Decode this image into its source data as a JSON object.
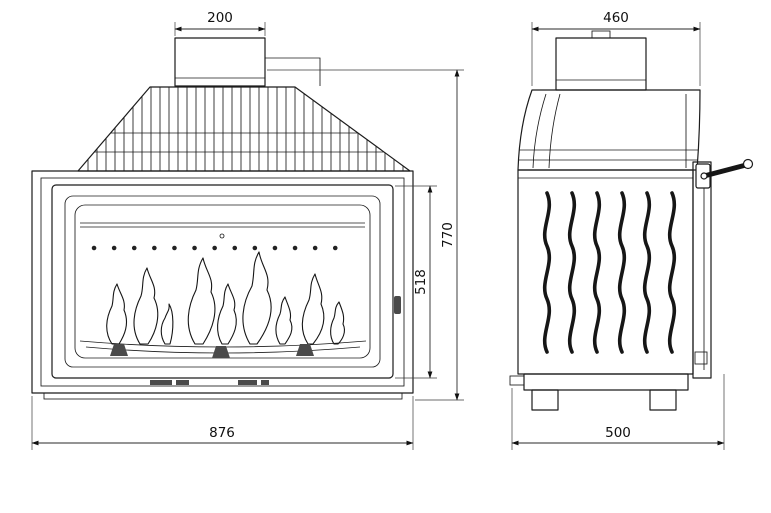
{
  "dimensions": {
    "flue_width": "200",
    "front_overall_width": "876",
    "front_overall_height": "770",
    "door_height": "518",
    "side_top_width": "460",
    "side_overall_depth": "500"
  }
}
